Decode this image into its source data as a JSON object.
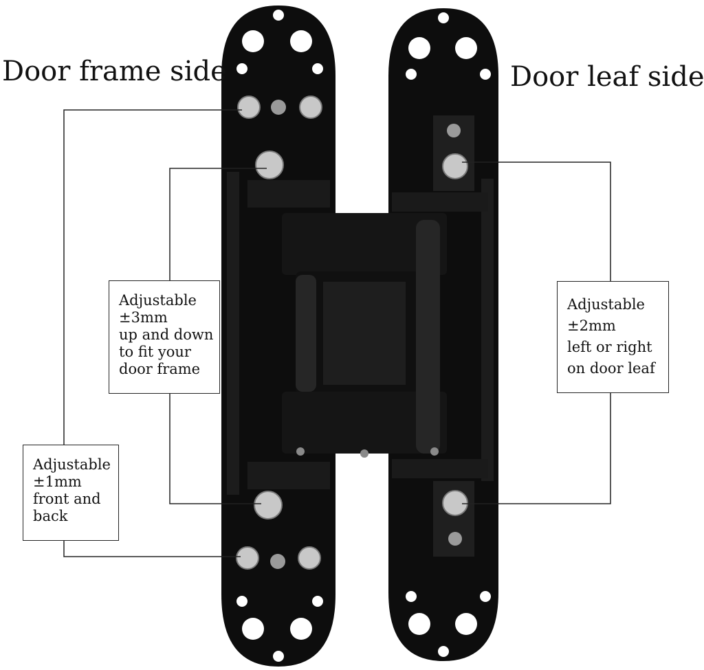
{
  "labels": {
    "frame_side": "Door frame side",
    "leaf_side": "Door leaf side"
  },
  "callouts": {
    "vertical": {
      "lines": [
        "Adjustable",
        "±3mm",
        "up and down",
        "to fit your",
        "door frame"
      ]
    },
    "front_back": {
      "lines": [
        "Adjustable",
        "±1mm",
        "front and",
        "back"
      ]
    },
    "left_right": {
      "lines": [
        "Adjustable",
        "±2mm",
        "left or right",
        "on door leaf"
      ]
    }
  },
  "colors": {
    "hinge_body": "#0d0d0d",
    "hinge_shade": "#1f1f1f",
    "hinge_highlight": "#3a3a3a",
    "screw": "#c8c8c8",
    "leader_line": "#222222",
    "background": "#ffffff"
  }
}
